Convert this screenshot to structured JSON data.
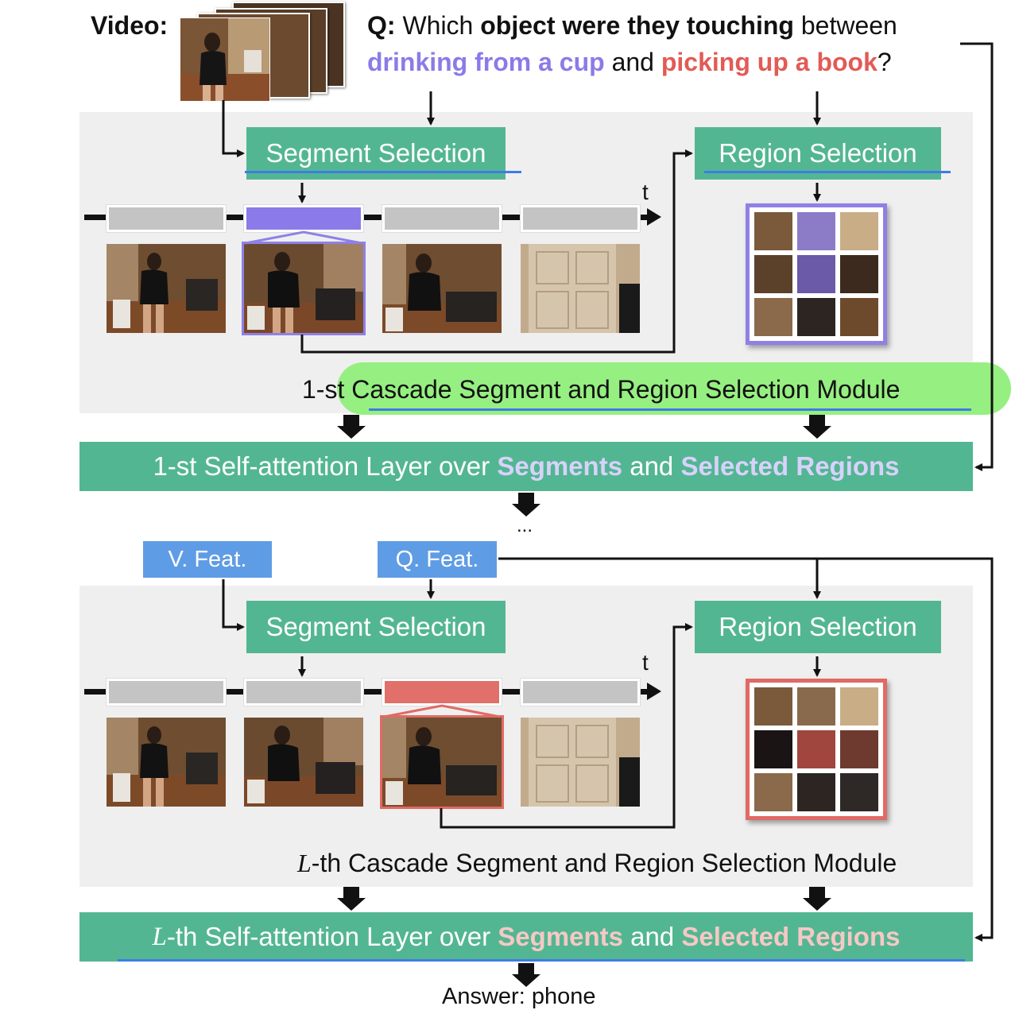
{
  "video_label": "Video:",
  "question": {
    "prefix": "Q:",
    "part1": "Which",
    "bold1": "object were they touching",
    "part2": "between",
    "event1": "drinking from a cup",
    "and": "and",
    "event2": "picking up a book",
    "end": "?"
  },
  "module1": {
    "segment_selection": "Segment Selection",
    "region_selection": "Region Selection",
    "time_label": "t",
    "module_label": "1-st Cascade Segment and Region Selection Module",
    "selected_segment": 2
  },
  "layer1": {
    "prefix": "1-st Self-attention Layer over",
    "segments": "Segments",
    "and": "and",
    "regions": "Selected Regions"
  },
  "ellipsis": "...",
  "features": {
    "v_feat": "V. Feat.",
    "q_feat": "Q. Feat."
  },
  "moduleL": {
    "segment_selection": "Segment Selection",
    "region_selection": "Region Selection",
    "time_label": "t",
    "module_label_var": "L",
    "module_label_rest": "-th Cascade Segment and Region Selection Module",
    "selected_segment": 3
  },
  "layerL": {
    "var": "L",
    "prefix": "-th Self-attention Layer over",
    "segments": "Segments",
    "and": "and",
    "regions": "Selected Regions"
  },
  "answer": "Answer: phone",
  "colors": {
    "teal": "#53b692",
    "panel": "#efefef",
    "purple": "#8a7be8",
    "red": "#e07069",
    "blue_box": "#5e9ce5",
    "underline_blue": "#3f7be6",
    "highlight_green": "#90ee7a"
  }
}
